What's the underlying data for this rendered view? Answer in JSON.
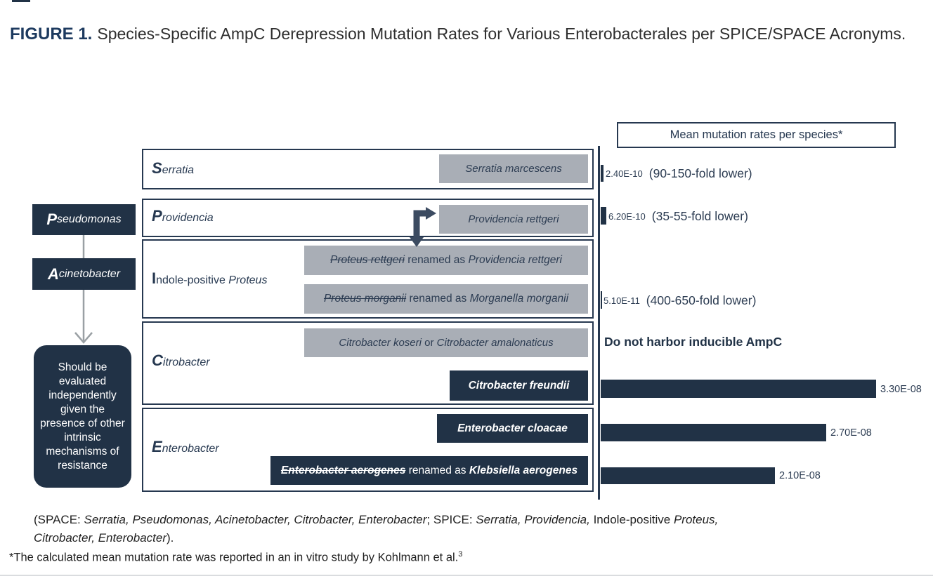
{
  "title": {
    "label": "FIGURE 1.",
    "text": "Species-Specific AmpC Derepression Mutation Rates for Various Enterobacterales per SPICE/SPACE Acronyms."
  },
  "left_panel": {
    "pseudomonas": {
      "initial": "P",
      "rest": "seudomonas"
    },
    "acinetobacter": {
      "initial": "A",
      "rest": "cinetobacter"
    },
    "note": "Should be evaluated independently given the presence of other intrinsic mechanisms of resistance"
  },
  "rows": {
    "serratia": {
      "initial": "S",
      "rest": "erratia",
      "species": "Serratia marcescens"
    },
    "providencia": {
      "initial": "P",
      "rest": "rovidencia",
      "species": "Providencia rettgeri"
    },
    "proteus": {
      "initial": "I",
      "rest": "ndole-positive ",
      "genus": "Proteus",
      "renamed1": {
        "old": "Proteus rettgeri",
        "mid": " renamed as ",
        "new": "Providencia rettgeri"
      },
      "renamed2": {
        "old": "Proteus morganii",
        "mid": " renamed as ",
        "new": "Morganella morganii"
      }
    },
    "citrobacter": {
      "initial": "C",
      "rest": "itrobacter",
      "species1a": "Citrobacter koseri",
      "or_word": " or ",
      "species1b": "Citrobacter amalonaticus",
      "species2": "Citrobacter freundii"
    },
    "enterobacter": {
      "initial": "E",
      "rest": "nterobacter",
      "species1": "Enterobacter cloacae",
      "renamed": {
        "old": "Enterobacter aerogenes",
        "mid": " renamed as ",
        "new": "Klebsiella aerogenes"
      }
    }
  },
  "chart": {
    "header": "Mean mutation rates per species*",
    "no_ampc": "Do not harbor inducible AmpC",
    "entries": [
      {
        "value": "2.40E-10",
        "note": "(90-150-fold lower)"
      },
      {
        "value": "6.20E-10",
        "note": "(35-55-fold lower)"
      },
      {
        "value": "5.10E-11",
        "note": "(400-650-fold lower)"
      },
      {
        "value": "3.30E-08"
      },
      {
        "value": "2.70E-08"
      },
      {
        "value": "2.10E-08"
      }
    ]
  },
  "chart_data": {
    "type": "bar",
    "orientation": "horizontal",
    "title": "Mean mutation rates per species*",
    "categories": [
      "Serratia marcescens",
      "Providencia rettgeri",
      "Morganella morganii",
      "Citrobacter koseri or Citrobacter amalonaticus",
      "Citrobacter freundii",
      "Enterobacter cloacae",
      "Klebsiella aerogenes"
    ],
    "values": [
      2.4e-10,
      6.2e-10,
      5.1e-11,
      null,
      3.3e-08,
      2.7e-08,
      2.1e-08
    ],
    "value_labels": [
      "2.40E-10",
      "6.20E-10",
      "5.10E-11",
      "Do not harbor inducible AmpC",
      "3.30E-08",
      "2.70E-08",
      "2.10E-08"
    ],
    "annotations": [
      "(90-150-fold lower)",
      "(35-55-fold lower)",
      "(400-650-fold lower)",
      "",
      "",
      "",
      ""
    ],
    "xlim": [
      0,
      3.5e-08
    ],
    "grid": false,
    "bar_color": "#213246"
  },
  "caption": {
    "line1": [
      {
        "t": "(SPACE: "
      },
      {
        "t": "Serratia, Pseudomonas, Acinetobacter, Citrobacter, Enterobacter"
      },
      {
        "t": "; SPICE: "
      },
      {
        "t": "Serratia, Providencia,"
      },
      {
        "t": " Indole-positive "
      },
      {
        "t": "Proteus,"
      }
    ],
    "line2": [
      {
        "t": "Citrobacter, Enterobacter"
      },
      {
        "t": ")."
      }
    ]
  },
  "footnote": {
    "text": "*The calculated mean mutation rate was reported in an in vitro study by Kohlmann et al.",
    "sup": "3"
  },
  "colors": {
    "navy": "#213246",
    "navy_border": "#263850",
    "gray_box": "#a9aeb6",
    "title_accent": "#1d3a5f",
    "arrow_gray": "#9aa0a4"
  }
}
